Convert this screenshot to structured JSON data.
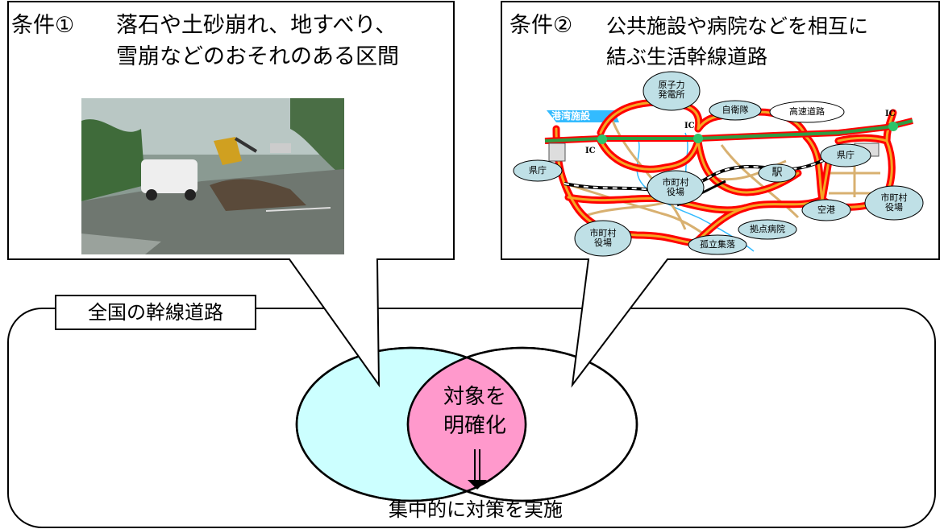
{
  "condition1": {
    "label": "条件①",
    "line1": "落石や土砂崩れ、地すべり、",
    "line2": "雪崩などのおそれのある区間"
  },
  "condition2": {
    "label": "条件②",
    "line1": "公共施設や病院などを相互に",
    "line2": "結ぶ生活幹線道路"
  },
  "map": {
    "labels": {
      "port": "港湾施設",
      "nuclear_1": "原子力",
      "nuclear_2": "発電所",
      "sdf": "自衛隊",
      "expressway": "高速道路",
      "ic": "IC",
      "pref_left": "県庁",
      "pref_right": "県庁",
      "station": "駅",
      "city_center_1": "市町村",
      "city_center_2": "役場",
      "city_right_1": "市町村",
      "city_right_2": "役場",
      "city_left_1": "市町村",
      "city_left_2": "役場",
      "airport": "空港",
      "hospital": "拠点病院",
      "village": "孤立集落"
    }
  },
  "venn": {
    "title": "全国の幹線道路",
    "overlap_line1": "対象を",
    "overlap_line2": "明確化",
    "result": "集中的に対策を実施"
  },
  "colors": {
    "left_circle": "#ccffff",
    "overlap": "#ff99cc",
    "road_red": "#ff0000",
    "road_orange": "#f5a623",
    "expressway": "#2e9e44",
    "minor_road": "#d8b070",
    "river": "#33bbff",
    "map_label_fill": "#bfe0e6"
  }
}
